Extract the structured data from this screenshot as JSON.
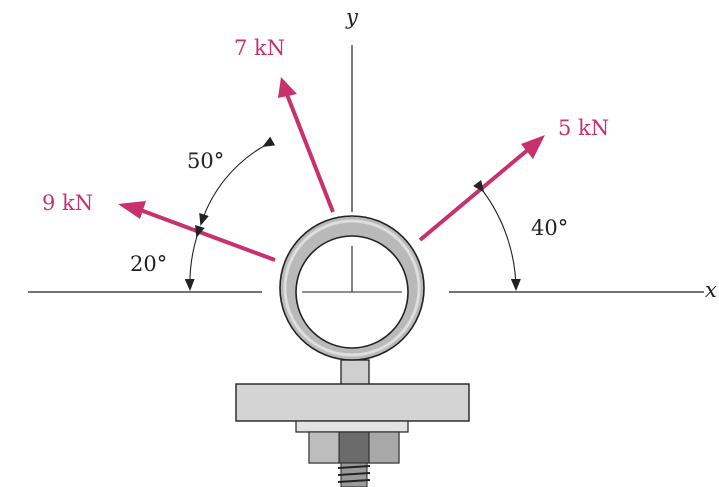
{
  "axes": {
    "x_label": "x",
    "y_label": "y"
  },
  "forces": [
    {
      "id": "f7",
      "label": "7 kN",
      "magnitude_kN": 7,
      "angle_from_vertical_deg": 20
    },
    {
      "id": "f9",
      "label": "9 kN",
      "magnitude_kN": 9,
      "angle_from_horizontal_deg": 20
    },
    {
      "id": "f5",
      "label": "5 kN",
      "magnitude_kN": 5,
      "angle_from_horizontal_deg": 40
    }
  ],
  "angles": [
    {
      "id": "a50",
      "label": "50°",
      "value_deg": 50
    },
    {
      "id": "a20",
      "label": "20°",
      "value_deg": 20
    },
    {
      "id": "a40",
      "label": "40°",
      "value_deg": 40
    }
  ],
  "colors": {
    "force": "#c8306e",
    "line": "#222222",
    "ring": "#b9b9b9",
    "plate": "#d3d3d3"
  }
}
